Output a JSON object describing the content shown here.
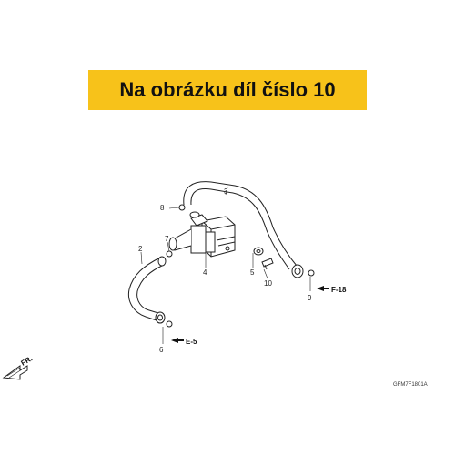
{
  "banner": {
    "text": "Na obrázku díl číslo 10",
    "background": "#f7c21a",
    "text_color": "#111111"
  },
  "callouts": {
    "c2": "2",
    "c3": "3",
    "c4": "4",
    "c5": "5",
    "c6": "6",
    "c7": "7",
    "c8": "8",
    "c9": "9",
    "c10": "10"
  },
  "references": {
    "f18": "F-18",
    "e5": "E-5"
  },
  "direction": {
    "label": "FR."
  },
  "diagram_code": "GFM7F1801A"
}
